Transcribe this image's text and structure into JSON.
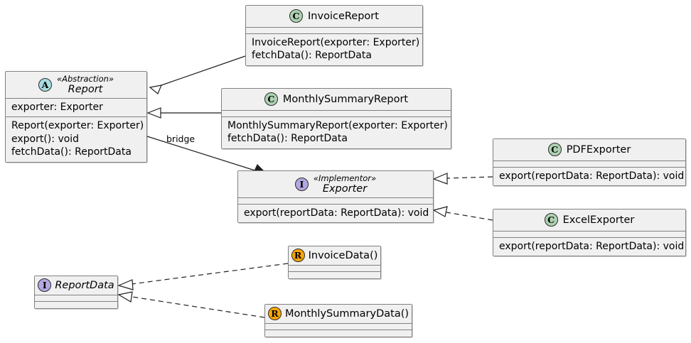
{
  "diagram": {
    "kind": "uml-class-diagram",
    "pattern": "Bridge",
    "background": "#ffffff",
    "colors": {
      "class_badge": "#add1b2",
      "interface_badge": "#b4a7e0",
      "abstract_badge": "#a9dcdf",
      "record_badge": "#f7a505",
      "box_fill": "#f0f0f0",
      "box_border": "#818181",
      "line": "#1f1f1f"
    }
  },
  "nodes": {
    "invoice_report": {
      "badge": "C",
      "badge_kind": "class-icon",
      "name": "InvoiceReport",
      "stereotype": "",
      "attributes": [],
      "methods": [
        "InvoiceReport(exporter: Exporter)",
        "fetchData(): ReportData"
      ]
    },
    "report": {
      "badge": "A",
      "badge_kind": "abstract-icon",
      "name": "Report",
      "stereotype": "«Abstraction»",
      "attributes": [
        "exporter: Exporter"
      ],
      "methods": [
        "Report(exporter: Exporter)",
        "export(): void",
        "fetchData(): ReportData"
      ]
    },
    "monthly_summary_report": {
      "badge": "C",
      "badge_kind": "class-icon",
      "name": "MonthlySummaryReport",
      "stereotype": "",
      "attributes": [],
      "methods": [
        "MonthlySummaryReport(exporter: Exporter)",
        "fetchData(): ReportData"
      ]
    },
    "exporter": {
      "badge": "I",
      "badge_kind": "interface-icon",
      "name": "Exporter",
      "stereotype": "«Implementor»",
      "attributes": [],
      "methods": [
        "export(reportData: ReportData): void"
      ]
    },
    "pdf_exporter": {
      "badge": "C",
      "badge_kind": "class-icon",
      "name": "PDFExporter",
      "stereotype": "",
      "attributes": [],
      "methods": [
        "export(reportData: ReportData): void"
      ]
    },
    "excel_exporter": {
      "badge": "C",
      "badge_kind": "class-icon",
      "name": "ExcelExporter",
      "stereotype": "",
      "attributes": [],
      "methods": [
        "export(reportData: ReportData): void"
      ]
    },
    "report_data": {
      "badge": "I",
      "badge_kind": "interface-icon",
      "name": "ReportData",
      "stereotype": "",
      "attributes": [],
      "methods": []
    },
    "invoice_data": {
      "badge": "R",
      "badge_kind": "record-icon",
      "name": "InvoiceData()",
      "stereotype": "",
      "attributes": [],
      "methods": []
    },
    "monthly_summary_data": {
      "badge": "R",
      "badge_kind": "record-icon",
      "name": "MonthlySummaryData()",
      "stereotype": "",
      "attributes": [],
      "methods": []
    }
  },
  "edges": [
    {
      "id": "invoice-report-extends-report",
      "from": "invoice_report",
      "to": "report",
      "type": "generalization",
      "style": "solid",
      "label": ""
    },
    {
      "id": "monthly-summary-report-extends-report",
      "from": "monthly_summary_report",
      "to": "report",
      "type": "generalization",
      "style": "solid",
      "label": ""
    },
    {
      "id": "report-bridge-exporter",
      "from": "report",
      "to": "exporter",
      "type": "association",
      "style": "solid",
      "label": "bridge"
    },
    {
      "id": "pdf-exporter-implements-exporter",
      "from": "pdf_exporter",
      "to": "exporter",
      "type": "realization",
      "style": "dashed",
      "label": ""
    },
    {
      "id": "excel-exporter-implements-exporter",
      "from": "excel_exporter",
      "to": "exporter",
      "type": "realization",
      "style": "dashed",
      "label": ""
    },
    {
      "id": "invoice-data-implements-report-data",
      "from": "invoice_data",
      "to": "report_data",
      "type": "realization",
      "style": "dashed",
      "label": ""
    },
    {
      "id": "monthly-summary-data-implements-report-data",
      "from": "monthly_summary_data",
      "to": "report_data",
      "type": "realization",
      "style": "dashed",
      "label": ""
    }
  ]
}
